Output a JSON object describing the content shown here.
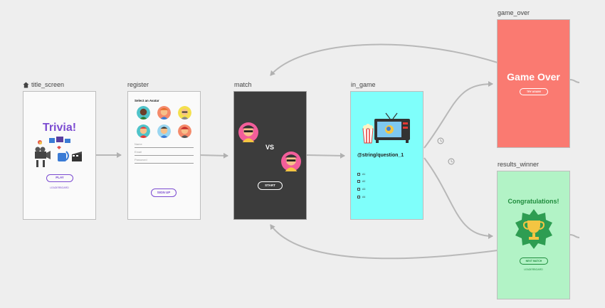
{
  "destinations": {
    "title_screen": {
      "label": "title_screen",
      "title": "Trivia!",
      "play_button": "PLAY",
      "leaderboard_link": "LEADERBOARD"
    },
    "register": {
      "label": "register",
      "heading": "Select an Avatar",
      "fields": [
        "Name",
        "Email",
        "Password"
      ],
      "signup_button": "SIGN UP"
    },
    "match": {
      "label": "match",
      "vs_text": "VS",
      "start_button": "START"
    },
    "in_game": {
      "label": "in_game",
      "question": "@string/question_1",
      "options": [
        "A1",
        "A2",
        "A3",
        "A4"
      ]
    },
    "game_over": {
      "label": "game_over",
      "title": "Game Over",
      "try_again_button": "TRY AGAIN!"
    },
    "results_winner": {
      "label": "results_winner",
      "title": "Congratulations!",
      "next_match_button": "NEXT MATCH",
      "leaderboard_link": "LEADERBOARD"
    }
  },
  "colors": {
    "canvas": "#eeeeee",
    "arrow": "#b0b0b0",
    "accent_purple": "#7b4bd1",
    "game_over": "#fa7a71",
    "winner": "#b2f3c6",
    "in_game": "#7ffffb",
    "match": "#3c3c3c"
  },
  "icons": {
    "start_destination": "home-icon",
    "action_badge": "clock-icon"
  }
}
